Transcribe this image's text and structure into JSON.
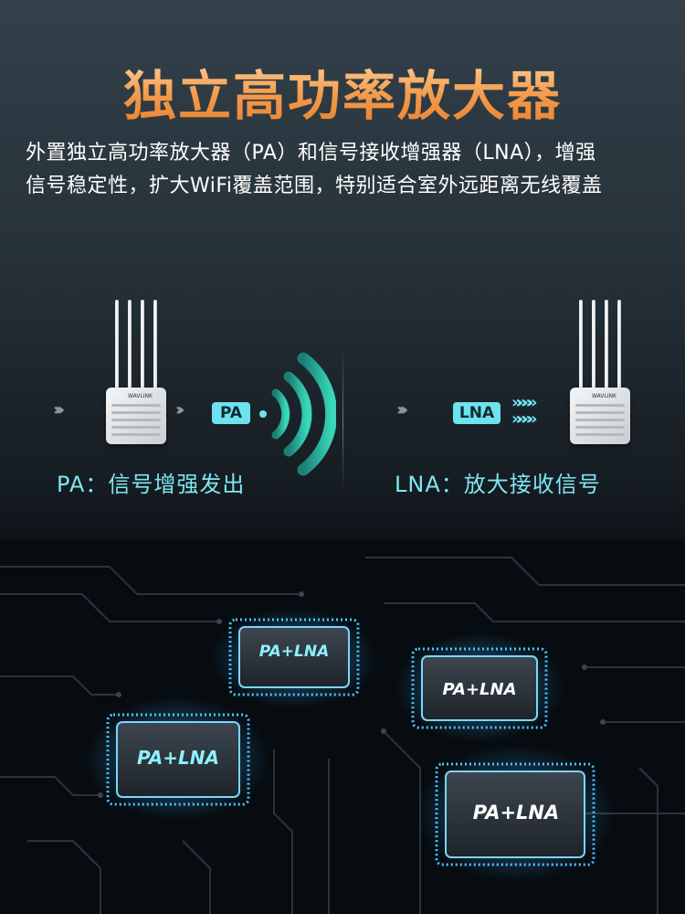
{
  "title": "独立高功率放大器",
  "subtitle": {
    "line1": "外置独立高功率放大器（PA）和信号接收增强器（LNA），增强",
    "line2": "信号稳定性，扩大WiFi覆盖范围，特别适合室外远距离无线覆盖"
  },
  "left_panel": {
    "tag": "PA",
    "label": "PA：信号增强发出"
  },
  "right_panel": {
    "tag": "LNA",
    "label": "LNA：放大接收信号"
  },
  "device_brand": "WAVLINK",
  "chips": [
    "PA+LNA",
    "PA+LNA",
    "PA+LNA",
    "PA+LNA"
  ],
  "colors": {
    "title_orange": "#f49a4a",
    "accent_cyan": "#6ee2ef",
    "chip_glow": "#3ab6ff"
  }
}
